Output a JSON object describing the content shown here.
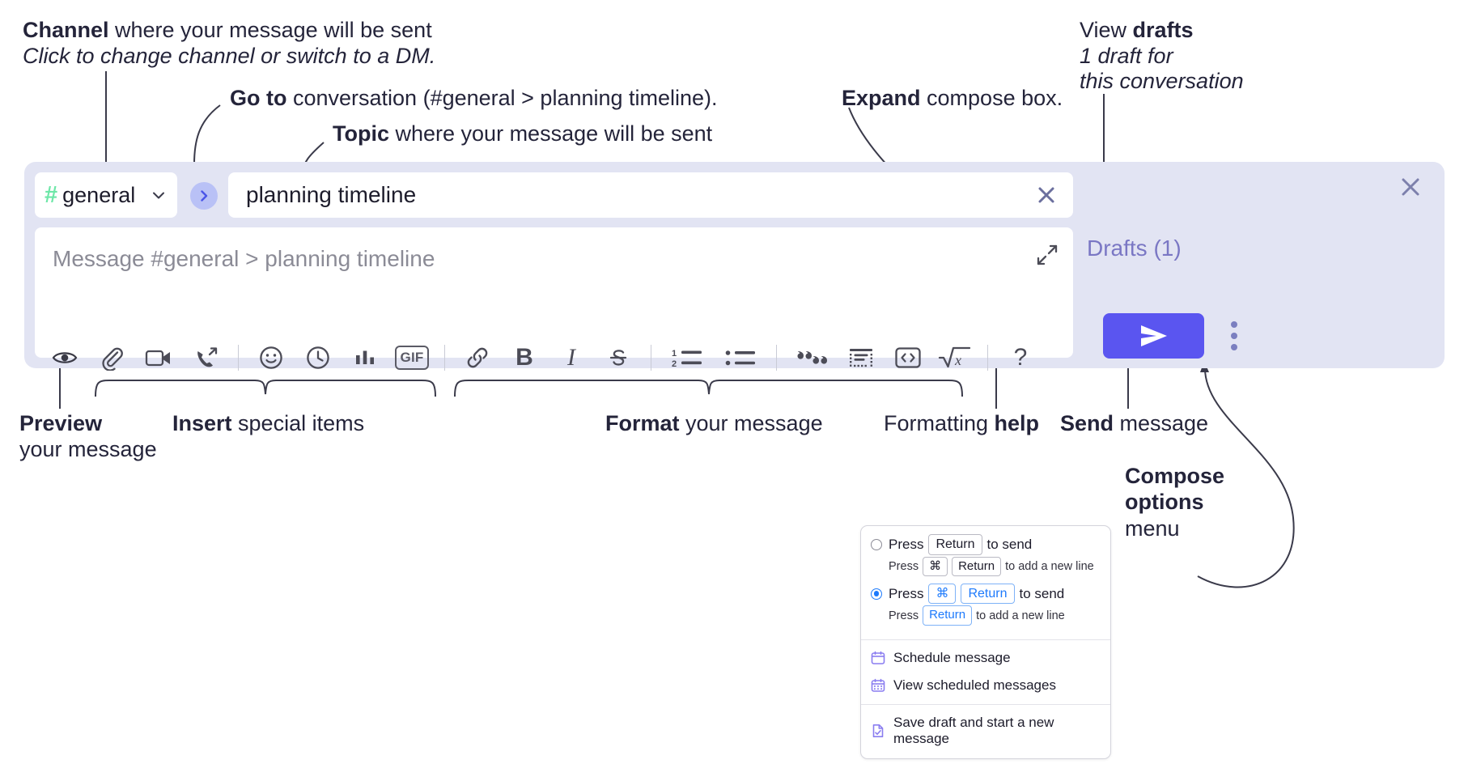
{
  "annotations": {
    "channel": {
      "bold": "Channel",
      "rest": " where your message will be sent",
      "sub": "Click to change channel or switch to a DM."
    },
    "goto": {
      "bold": "Go to",
      "rest": " conversation (#general > planning timeline)."
    },
    "topic": {
      "bold": "Topic",
      "rest": " where your message will be sent"
    },
    "expand": {
      "bold": "Expand",
      "rest": " compose box."
    },
    "drafts": {
      "line1_plain": "View ",
      "line1_bold": "drafts",
      "line2": "1 draft for",
      "line3": "this conversation"
    },
    "preview": {
      "bold": "Preview",
      "line2": "your message"
    },
    "insert": {
      "bold": "Insert",
      "rest": " special items"
    },
    "format": {
      "bold": "Format",
      "rest": " your message"
    },
    "help": {
      "plain": "Formatting ",
      "bold": "help"
    },
    "send": {
      "bold": "Send",
      "rest": " message"
    },
    "compose_options": {
      "line1": "Compose",
      "line2": "options",
      "line3": "menu"
    }
  },
  "compose": {
    "channel_chip": {
      "hash": "#",
      "label": "general",
      "chevron_icon": "chevron-down-icon"
    },
    "goto_button_icon": "chevron-right-icon",
    "topic": {
      "value": "planning timeline",
      "clear_icon": "close-icon"
    },
    "message": {
      "placeholder": "Message #general > planning timeline",
      "value": "",
      "expand_icon": "expand-icon"
    },
    "drafts_link": "Drafts (1)",
    "panel_close_icon": "close-icon",
    "send_button": {
      "icon": "send-icon",
      "label": "Send"
    },
    "overflow_button": {
      "icon": "kebab-menu-icon"
    },
    "toolbar": [
      {
        "name": "preview-button",
        "icon": "eye-icon",
        "kind": "icon"
      },
      {
        "name": "attach-button",
        "icon": "paperclip-icon",
        "kind": "icon"
      },
      {
        "name": "video-clip-button",
        "icon": "video-camera-icon",
        "kind": "icon"
      },
      {
        "name": "audio-clip-button",
        "icon": "phone-forward-icon",
        "kind": "icon"
      },
      {
        "name": "separator-1",
        "icon": "divider",
        "kind": "sep"
      },
      {
        "name": "emoji-button",
        "icon": "smiley-icon",
        "kind": "icon"
      },
      {
        "name": "reminder-button",
        "icon": "clock-icon",
        "kind": "icon"
      },
      {
        "name": "poll-button",
        "icon": "bar-chart-icon",
        "kind": "icon"
      },
      {
        "name": "gif-button",
        "icon": "gif-icon",
        "kind": "text",
        "label": "GIF"
      },
      {
        "name": "separator-2",
        "icon": "divider",
        "kind": "sep"
      },
      {
        "name": "link-button",
        "icon": "link-icon",
        "kind": "icon"
      },
      {
        "name": "bold-button",
        "icon": "bold-icon",
        "kind": "glyph",
        "label": "B"
      },
      {
        "name": "italic-button",
        "icon": "italic-icon",
        "kind": "glyph",
        "label": "I"
      },
      {
        "name": "strikethrough-button",
        "icon": "strikethrough-icon",
        "kind": "icon"
      },
      {
        "name": "separator-3",
        "icon": "divider",
        "kind": "sep"
      },
      {
        "name": "ordered-list-button",
        "icon": "ordered-list-icon",
        "kind": "icon"
      },
      {
        "name": "bulleted-list-button",
        "icon": "bulleted-list-icon",
        "kind": "icon"
      },
      {
        "name": "separator-4",
        "icon": "divider",
        "kind": "sep"
      },
      {
        "name": "blockquote-button",
        "icon": "quote-icon",
        "kind": "icon"
      },
      {
        "name": "code-block-button",
        "icon": "code-block-icon",
        "kind": "icon"
      },
      {
        "name": "inline-code-button",
        "icon": "code-brackets-icon",
        "kind": "icon"
      },
      {
        "name": "math-button",
        "icon": "square-root-icon",
        "kind": "icon"
      },
      {
        "name": "separator-5",
        "icon": "divider",
        "kind": "sep"
      },
      {
        "name": "formatting-help-button",
        "icon": "question-mark-icon",
        "kind": "glyph",
        "label": "?"
      }
    ]
  },
  "options_menu": {
    "send_options": [
      {
        "selected": false,
        "main_pre": "Press",
        "main_keys": [
          "Return"
        ],
        "main_post": "to send",
        "sub_pre": "Press",
        "sub_keys": [
          "⌘",
          "Return"
        ],
        "sub_post": "to add a new line"
      },
      {
        "selected": true,
        "main_pre": "Press",
        "main_keys": [
          "⌘",
          "Return"
        ],
        "main_post": "to send",
        "sub_pre": "Press",
        "sub_keys": [
          "Return"
        ],
        "sub_post": "to add a new line"
      }
    ],
    "items": [
      {
        "label": "Schedule message",
        "icon": "calendar-icon"
      },
      {
        "label": "View scheduled messages",
        "icon": "calendar-grid-icon"
      },
      {
        "label": "Save draft and start a new message",
        "icon": "document-check-icon"
      }
    ]
  },
  "colors": {
    "panel_bg": "#e2e4f3",
    "accent_send": "#5a55f0",
    "drafts_text": "#7a77c4",
    "hash_green": "#6ee7a8",
    "goto_circle": "#b9c1f6",
    "radio_blue": "#1d7afc",
    "menu_icon_purple": "#8a7df0"
  }
}
